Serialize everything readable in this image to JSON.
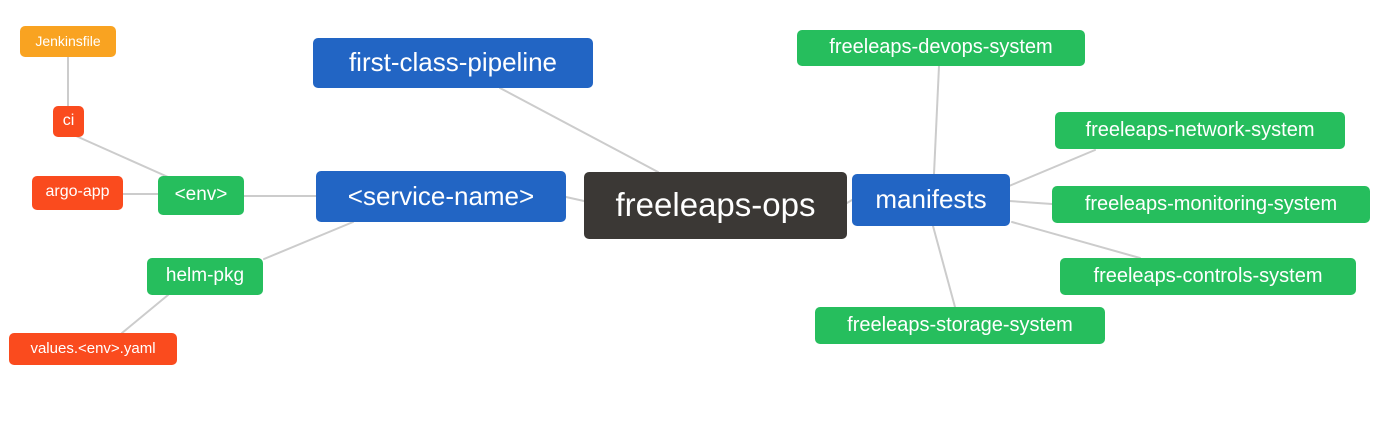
{
  "colors": {
    "blue": "#2265C4",
    "green": "#26BE5D",
    "red": "#FA4B1E",
    "orange": "#F9A321",
    "dark": "#3B3835",
    "edge": "#CCCCCC",
    "text": "#FFFFFF",
    "background": "#FFFFFF"
  },
  "diagram": {
    "type": "mindmap",
    "root": "freeleaps-ops",
    "nodes": [
      {
        "id": "jenkinsfile",
        "label": "Jenkinsfile",
        "color": "orange"
      },
      {
        "id": "ci",
        "label": "ci",
        "color": "red"
      },
      {
        "id": "argo-app",
        "label": "argo-app",
        "color": "red"
      },
      {
        "id": "env",
        "label": "<env>",
        "color": "green"
      },
      {
        "id": "helm-pkg",
        "label": "helm-pkg",
        "color": "green"
      },
      {
        "id": "values-env-yaml",
        "label": "values.<env>.yaml",
        "color": "red"
      },
      {
        "id": "first-class-pipeline",
        "label": "first-class-pipeline",
        "color": "blue"
      },
      {
        "id": "service-name",
        "label": "<service-name>",
        "color": "blue"
      },
      {
        "id": "freeleaps-ops",
        "label": "freeleaps-ops",
        "color": "dark"
      },
      {
        "id": "manifests",
        "label": "manifests",
        "color": "blue"
      },
      {
        "id": "devops-system",
        "label": "freeleaps-devops-system",
        "color": "green"
      },
      {
        "id": "network-system",
        "label": "freeleaps-network-system",
        "color": "green"
      },
      {
        "id": "monitoring-system",
        "label": "freeleaps-monitoring-system",
        "color": "green"
      },
      {
        "id": "controls-system",
        "label": "freeleaps-controls-system",
        "color": "green"
      },
      {
        "id": "storage-system",
        "label": "freeleaps-storage-system",
        "color": "green"
      }
    ],
    "edges": [
      {
        "from": "ci",
        "to": "jenkinsfile"
      },
      {
        "from": "env",
        "to": "ci"
      },
      {
        "from": "env",
        "to": "argo-app"
      },
      {
        "from": "service-name",
        "to": "env"
      },
      {
        "from": "service-name",
        "to": "helm-pkg"
      },
      {
        "from": "helm-pkg",
        "to": "values-env-yaml"
      },
      {
        "from": "freeleaps-ops",
        "to": "first-class-pipeline"
      },
      {
        "from": "freeleaps-ops",
        "to": "service-name"
      },
      {
        "from": "freeleaps-ops",
        "to": "manifests"
      },
      {
        "from": "manifests",
        "to": "devops-system"
      },
      {
        "from": "manifests",
        "to": "network-system"
      },
      {
        "from": "manifests",
        "to": "monitoring-system"
      },
      {
        "from": "manifests",
        "to": "controls-system"
      },
      {
        "from": "manifests",
        "to": "storage-system"
      }
    ]
  }
}
